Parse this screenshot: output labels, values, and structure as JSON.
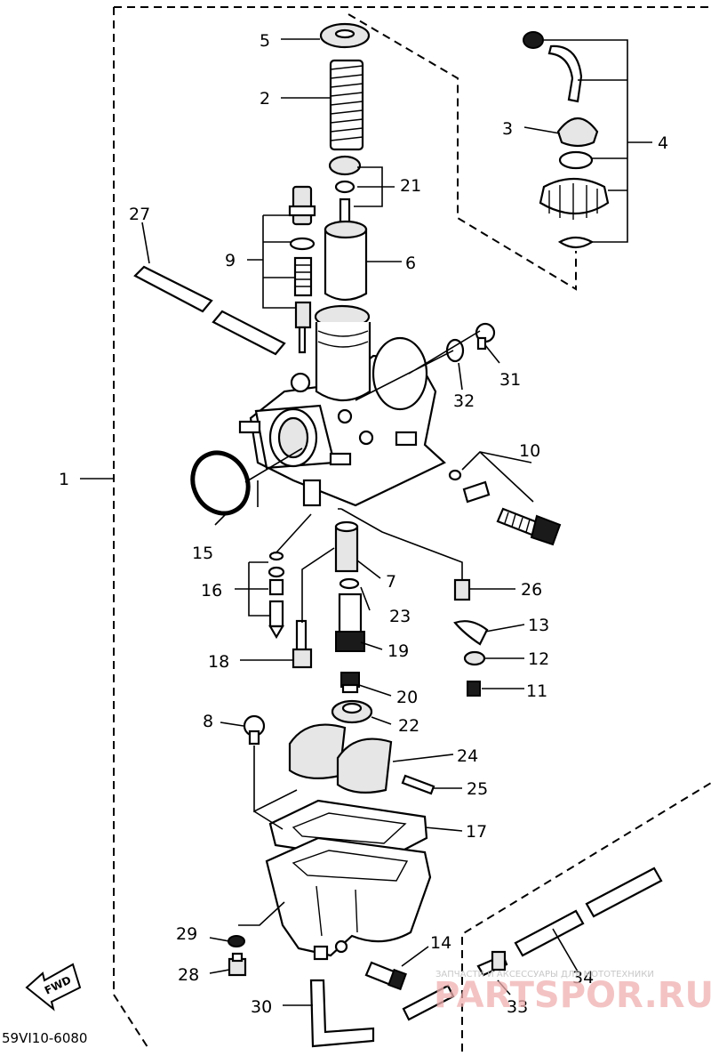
{
  "diagram": {
    "labels": [
      "1",
      "2",
      "3",
      "4",
      "5",
      "6",
      "7",
      "8",
      "9",
      "10",
      "11",
      "12",
      "13",
      "14",
      "15",
      "16",
      "17",
      "18",
      "19",
      "20",
      "21",
      "22",
      "23",
      "24",
      "25",
      "26",
      "27",
      "28",
      "29",
      "30",
      "31",
      "32",
      "33",
      "34"
    ],
    "code": "59VI10-6080",
    "fwd_badge": "FWD",
    "watermark": {
      "small": "ЗАПЧАСТИ И АКСЕССУАРЫ ДЛЯ МОТОТЕХНИКИ",
      "large": "PARTSPOR.RU"
    }
  }
}
